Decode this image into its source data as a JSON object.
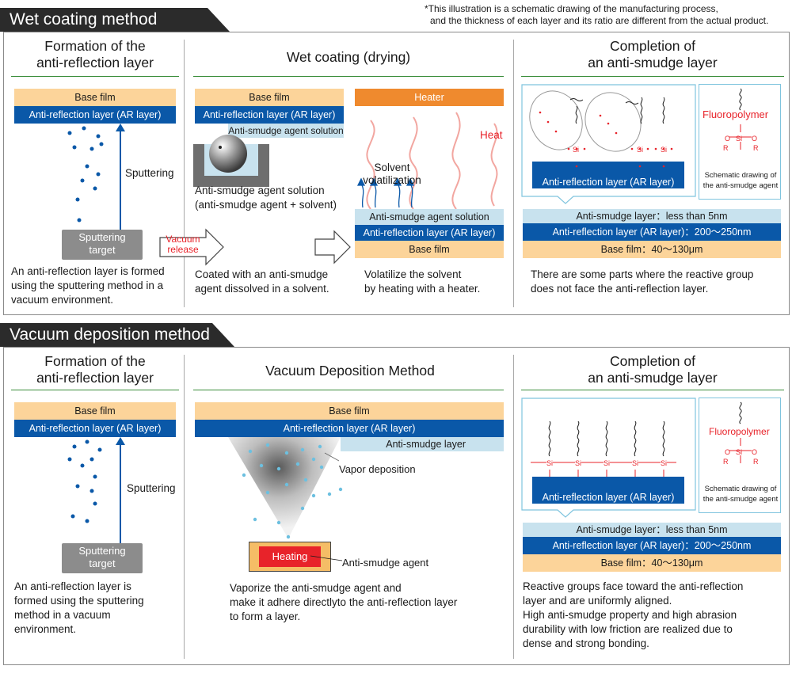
{
  "note_line1": "*This illustration is a schematic drawing of the manufacturing process,",
  "note_line2": "and the thickness of each layer and its ratio are different from the actual product.",
  "wet": {
    "tab": "Wet coating method",
    "col1": {
      "title_line1": "Formation of the",
      "title_line2": "anti-reflection layer",
      "base_film": "Base film",
      "ar_layer": "Anti-reflection layer (AR layer)",
      "sputtering": "Sputtering",
      "target_line1": "Sputtering",
      "target_line2": "target",
      "caption_line1": "An anti-reflection layer is formed",
      "caption_line2": "using the sputtering method in a",
      "caption_line3": "vacuum environment."
    },
    "col2": {
      "title": "Wet coating (drying)",
      "base_film": "Base film",
      "ar_layer": "Anti-reflection layer (AR layer)",
      "solution_label": "Anti-smudge agent solution",
      "desc_line1": "Anti-smudge agent solution",
      "desc_line2": "(anti-smudge agent + solvent)",
      "vacuum_line1": "Vacuum",
      "vacuum_line2": "release",
      "caption_line1": "Coated with an anti-smudge",
      "caption_line2": "agent dissolved in a solvent.",
      "heater": "Heater",
      "heat": "Heat",
      "solvent_line1": "Solvent",
      "solvent_line2": "volatilization",
      "solution_layer": "Anti-smudge agent solution",
      "ar_layer2": "Anti-reflection layer (AR layer)",
      "base_film2": "Base film",
      "caption2_line1": "Volatilize the solvent",
      "caption2_line2": "by heating with a heater."
    },
    "col3": {
      "title_line1": "Completion of",
      "title_line2": "an anti-smudge layer",
      "ar_layer_box": "Anti-reflection layer (AR layer)",
      "fluoro": "Fluoropolymer",
      "schematic_line1": "Schematic drawing of",
      "schematic_line2": "the anti-smudge agent",
      "as_layer": "Anti-smudge layer：less than 5nm",
      "ar_layer": "Anti-reflection layer (AR layer)：200～250nm",
      "base_film": "Base film：40～130μm",
      "caption_line1": "There are some parts where the reactive group",
      "caption_line2": "does not face the anti-reflection layer."
    }
  },
  "vac": {
    "tab": "Vacuum deposition method",
    "col1": {
      "title_line1": "Formation of the",
      "title_line2": "anti-reflection layer",
      "base_film": "Base film",
      "ar_layer": "Anti-reflection layer (AR layer)",
      "sputtering": "Sputtering",
      "target_line1": "Sputtering",
      "target_line2": "target",
      "caption_line1": "An anti-reflection layer is",
      "caption_line2": "formed using the sputtering",
      "caption_line3": "method in a vacuum",
      "caption_line4": "environment."
    },
    "col2": {
      "title": "Vacuum Deposition Method",
      "base_film": "Base film",
      "ar_layer": "Anti-reflection layer (AR layer)",
      "as_layer": "Anti-smudge layer",
      "vapor": "Vapor deposition",
      "heating": "Heating",
      "agent": "Anti-smudge agent",
      "caption_line1": "Vaporize the anti-smudge agent and",
      "caption_line2": "make it adhere directlyto the anti-reflection layer",
      "caption_line3": "to form a layer."
    },
    "col3": {
      "title_line1": "Completion of",
      "title_line2": "an anti-smudge layer",
      "ar_layer_box": "Anti-reflection layer (AR layer)",
      "fluoro": "Fluoropolymer",
      "schematic_line1": "Schematic drawing of",
      "schematic_line2": "the anti-smudge agent",
      "as_layer": "Anti-smudge layer：less than 5nm",
      "ar_layer": "Anti-reflection layer (AR layer)：200～250nm",
      "base_film": "Base film：40～130μm",
      "caption_line1": "Reactive groups face toward the anti-reflection",
      "caption_line2": "layer and are uniformly aligned.",
      "caption_line3": "High anti-smudge property and high abrasion",
      "caption_line4": "durability with low friction are realized due to",
      "caption_line5": "dense and strong bonding."
    }
  },
  "chem": {
    "si": "Si",
    "o": "O",
    "r": "R"
  },
  "colors": {
    "base_film": "#fcd49a",
    "ar_layer": "#0a58a8",
    "anti_smudge": "#c8e2ee",
    "heater": "#ef8a2e",
    "heating_red": "#e8232a",
    "accent_green": "#3a8d3a",
    "tab_dark": "#2b2b2b"
  }
}
